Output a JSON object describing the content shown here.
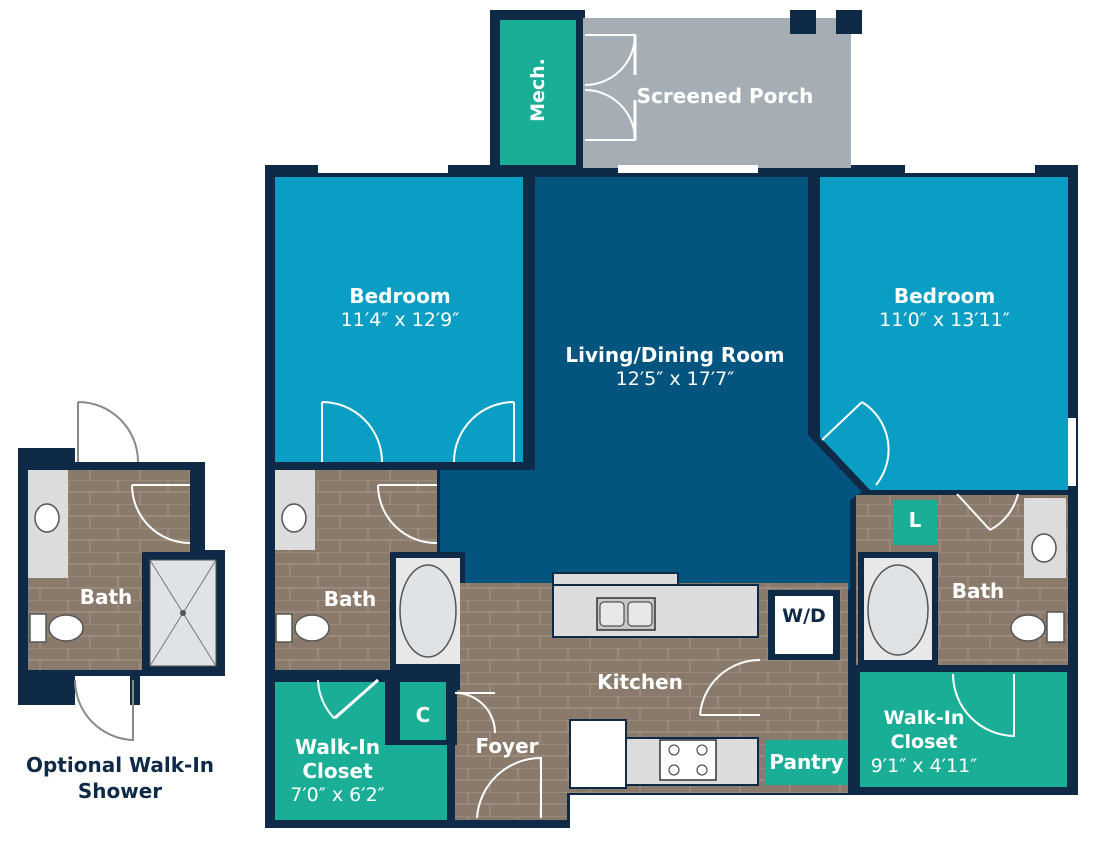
{
  "rooms": {
    "bedroom_left": {
      "name": "Bedroom",
      "dims": "11′4″ x 12′9″"
    },
    "living": {
      "name": "Living/Dining Room",
      "dims": "12′5″ x 17′7″"
    },
    "bedroom_right": {
      "name": "Bedroom",
      "dims": "11′0″ x 13′11″"
    },
    "screened_porch": {
      "name": "Screened Porch"
    },
    "mech": {
      "name": "Mech."
    },
    "bath_left": {
      "name": "Bath"
    },
    "bath_right": {
      "name": "Bath"
    },
    "bath_optional": {
      "name": "Bath"
    },
    "kitchen": {
      "name": "Kitchen"
    },
    "wd": {
      "name": "W/D"
    },
    "closet_left": {
      "name": "Walk-In Closet",
      "line1": "Walk-In",
      "line2": "Closet",
      "dims": "7′0″ x 6′2″"
    },
    "closet_right": {
      "name": "Walk-In Closet",
      "line1": "Walk-In",
      "line2": "Closet",
      "dims": "9′1″ x 4′11″"
    },
    "c_closet": {
      "name": "C"
    },
    "l_closet": {
      "name": "L"
    },
    "foyer": {
      "name": "Foyer"
    },
    "pantry": {
      "name": "Pantry"
    }
  },
  "caption": {
    "line1": "Optional Walk-In",
    "line2": "Shower"
  },
  "colors": {
    "wall": "#0e2a47",
    "bedroom": "#0b9ec4",
    "living": "#03547f",
    "floor": "#8a7a6b",
    "closet": "#1aae97",
    "porch": "#a5adb5",
    "fixture": "#dcdcdc"
  }
}
